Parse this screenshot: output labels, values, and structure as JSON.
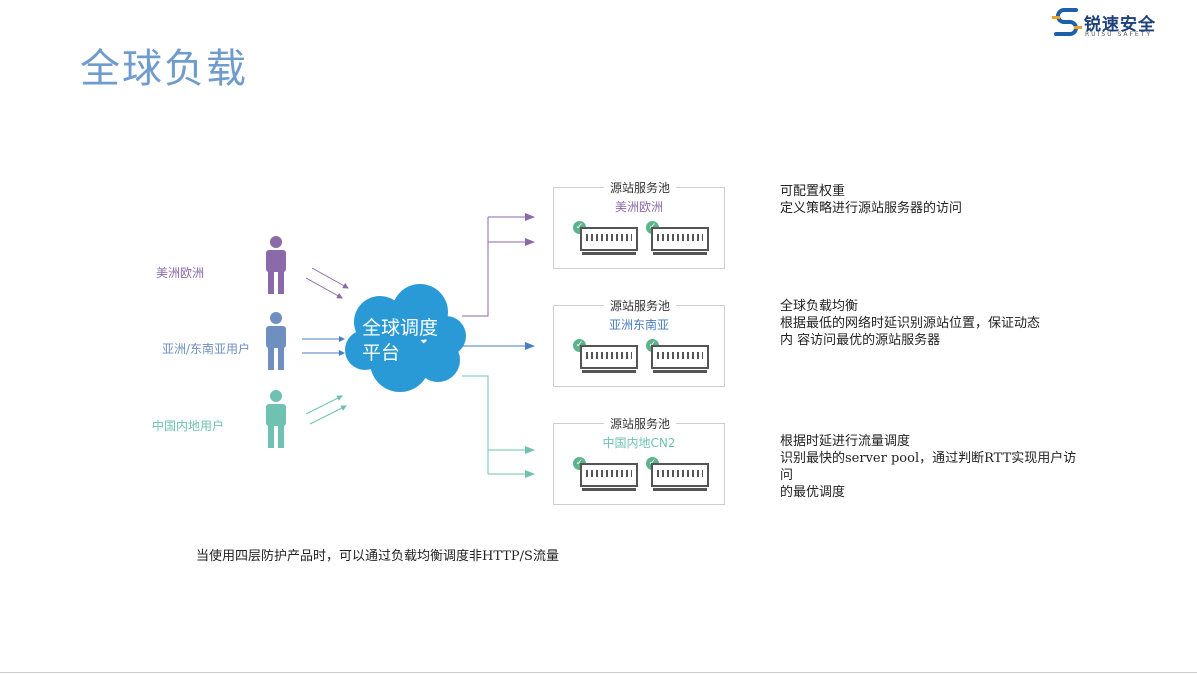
{
  "page": {
    "title": "全球负载"
  },
  "logo": {
    "name": "锐速安全",
    "subtitle": "RUISU SAFETY"
  },
  "users": [
    {
      "label": "美洲欧洲",
      "color": "#8a6aa8"
    },
    {
      "label": "亚洲/东南亚用户",
      "color": "#6e8fbf"
    },
    {
      "label": "中国内地用户",
      "color": "#6fc2b2"
    }
  ],
  "cloud": {
    "line1": "全球调度",
    "line2": "平台",
    "color": "#2a9ad6"
  },
  "pools": [
    {
      "title": "源站服务池",
      "region": "美洲欧洲",
      "color": "#8a6aa8"
    },
    {
      "title": "源站服务池",
      "region": "亚洲东南亚",
      "color": "#4a7ec0"
    },
    {
      "title": "源站服务池",
      "region": "中国内地CN2",
      "color": "#6fc2b2"
    }
  ],
  "descriptions": [
    {
      "line1": "可配置权重",
      "line2": "定义策略进行源站服务器的访问"
    },
    {
      "line1": "全球负载均衡",
      "line2": "根据最低的网络时延识别源站位置，保证动态",
      "line3": "内 容访问最优的源站服务器"
    },
    {
      "line1": "根据时延进行流量调度",
      "line2": "识别最快的server pool，通过判断RTT实现用户访",
      "line3": "问",
      "line4": "的最优调度"
    }
  ],
  "footer": "当使用四层防护产品时，可以通过负载均衡调度非HTTP/S流量"
}
